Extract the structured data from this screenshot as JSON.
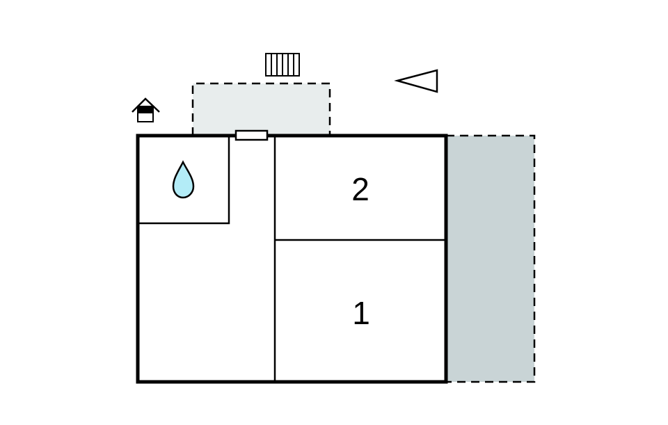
{
  "diagram": {
    "type": "floor-plan",
    "colors": {
      "wall": "#000000",
      "background": "#ffffff",
      "terrace_fill": "#c9d4d6",
      "patio_fill": "#e8eded",
      "water_drop_fill": "#b3ecf7"
    },
    "rooms": [
      {
        "id": "bedroom-1",
        "label": "1"
      },
      {
        "id": "bedroom-2",
        "label": "2"
      },
      {
        "id": "bathroom",
        "label": "",
        "icon": "water-drop-icon"
      },
      {
        "id": "hallway",
        "label": ""
      }
    ],
    "outdoor_areas": [
      {
        "id": "terrace-right",
        "style": "dashed",
        "fill": "dark-grey"
      },
      {
        "id": "patio-top",
        "style": "dashed",
        "fill": "light-grey"
      }
    ],
    "symbols": [
      {
        "id": "house-entrance",
        "icon": "house-icon"
      },
      {
        "id": "radiator",
        "icon": "radiator-icon"
      },
      {
        "id": "north-arrow",
        "icon": "direction-arrow-icon"
      },
      {
        "id": "window",
        "icon": "window-icon"
      }
    ]
  }
}
